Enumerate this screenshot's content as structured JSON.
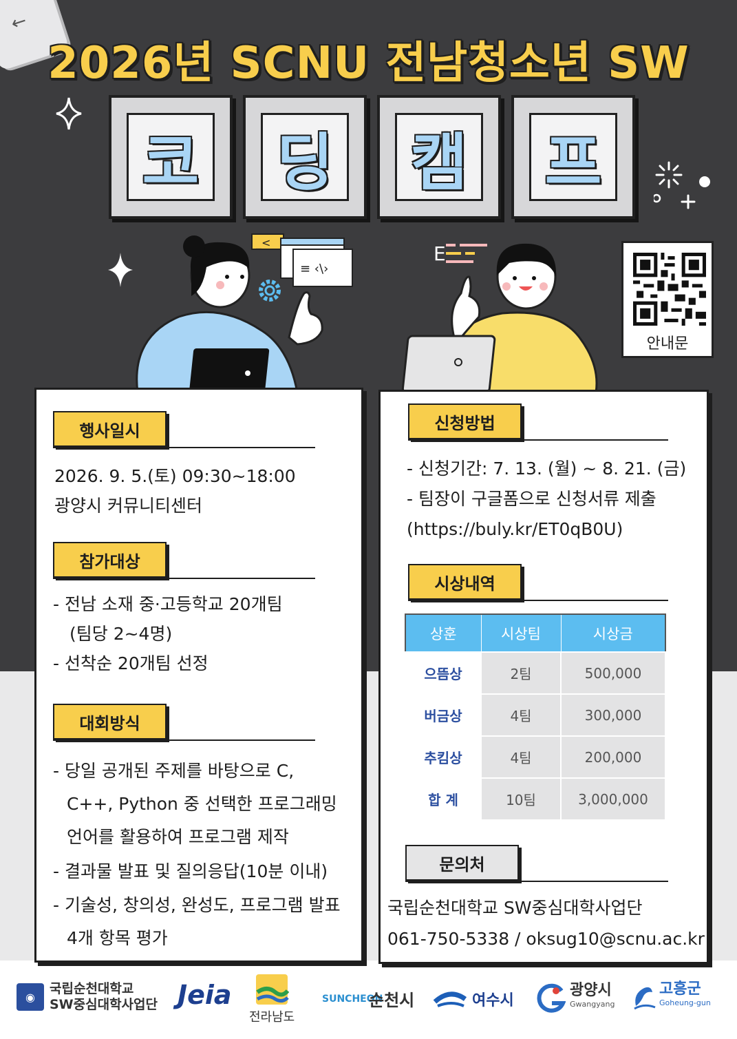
{
  "title": "2026년 SCNU 전남청소년 SW",
  "keys": [
    "코",
    "딩",
    "캠",
    "프"
  ],
  "qr": {
    "label": "안내문"
  },
  "left": {
    "event_date": {
      "tag": "행사일시",
      "lines": [
        "2026. 9. 5.(토) 09:30~18:00",
        "광양시 커뮤니티센터"
      ]
    },
    "target": {
      "tag": "참가대상",
      "lines": [
        "- 전남 소재 중·고등학교 20개팀",
        "(팀당 2~4명)",
        "- 선착순 20개팀 선정"
      ]
    },
    "format": {
      "tag": "대회방식",
      "lines": [
        "- 당일 공개된 주제를 바탕으로  C,",
        "C++, Python 중 선택한 프로그래밍",
        "언어를 활용하여 프로그램 제작",
        "- 결과물 발표 및 질의응답(10분 이내)",
        "- 기술성, 창의성, 완성도, 프로그램 발표",
        "4개 항목 평가"
      ]
    }
  },
  "right": {
    "apply": {
      "tag": "신청방법",
      "lines": [
        "- 신청기간: 7. 13. (월) ~ 8. 21. (금)",
        "- 팀장이 구글폼으로 신청서류 제출",
        "(https://buly.kr/ET0qB0U)"
      ]
    },
    "awards": {
      "tag": "시상내역",
      "headers": [
        "상훈",
        "시상팀",
        "시상금"
      ],
      "rows": [
        [
          "으뜸상",
          "2팀",
          "500,000"
        ],
        [
          "버금상",
          "4팀",
          "300,000"
        ],
        [
          "추킴상",
          "4팀",
          "200,000"
        ],
        [
          "합  계",
          "10팀",
          "3,000,000"
        ]
      ]
    },
    "contact": {
      "tag": "문의처",
      "lines": [
        "국립순천대학교 SW중심대학사업단",
        "061-750-5338 / oksug10@scnu.ac.kr"
      ]
    }
  },
  "footer": {
    "logos": [
      {
        "name": "scnu",
        "line1": "국립순천대학교",
        "line2": "SW중심대학사업단"
      },
      {
        "name": "jeia",
        "text": "Jeia"
      },
      {
        "name": "jeonnam",
        "text": "전라남도"
      },
      {
        "name": "suncheon",
        "text": "순천시",
        "small": "SUNCHEON",
        "sub": "순천시"
      },
      {
        "name": "yeosu",
        "text": "여수시"
      },
      {
        "name": "gwangyang",
        "text": "광양시",
        "sub": "Gwangyang"
      },
      {
        "name": "goheung",
        "text": "고흥군",
        "sub": "Goheung-gun"
      }
    ]
  },
  "colors": {
    "accent": "#f8ce4c",
    "dark_bg": "#3c3c3e",
    "table_header": "#5cbdf0",
    "key_letter": "#a9d5f5"
  }
}
